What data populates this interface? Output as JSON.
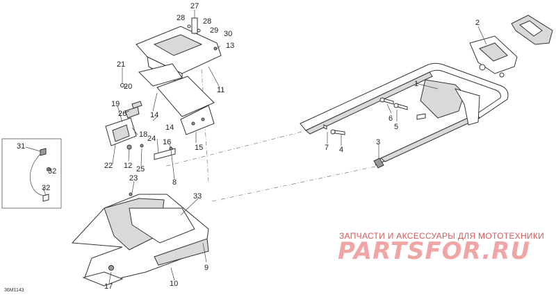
{
  "diagram": {
    "code": "36M1143",
    "callouts": [
      "1",
      "2",
      "3",
      "4",
      "5",
      "6",
      "7",
      "8",
      "9",
      "10",
      "11",
      "12",
      "13",
      "14",
      "15",
      "16",
      "17",
      "18",
      "19",
      "20",
      "21",
      "22",
      "23",
      "24",
      "25",
      "26",
      "27",
      "28",
      "29",
      "30",
      "31",
      "32",
      "33"
    ]
  },
  "watermark": {
    "top_text": "ЗАПЧАСТИ И АКСЕССУАРЫ ДЛЯ МОТОТЕХНИКИ",
    "logo_text": "PARTSFOR.RU",
    "color": "#e07a7a"
  }
}
